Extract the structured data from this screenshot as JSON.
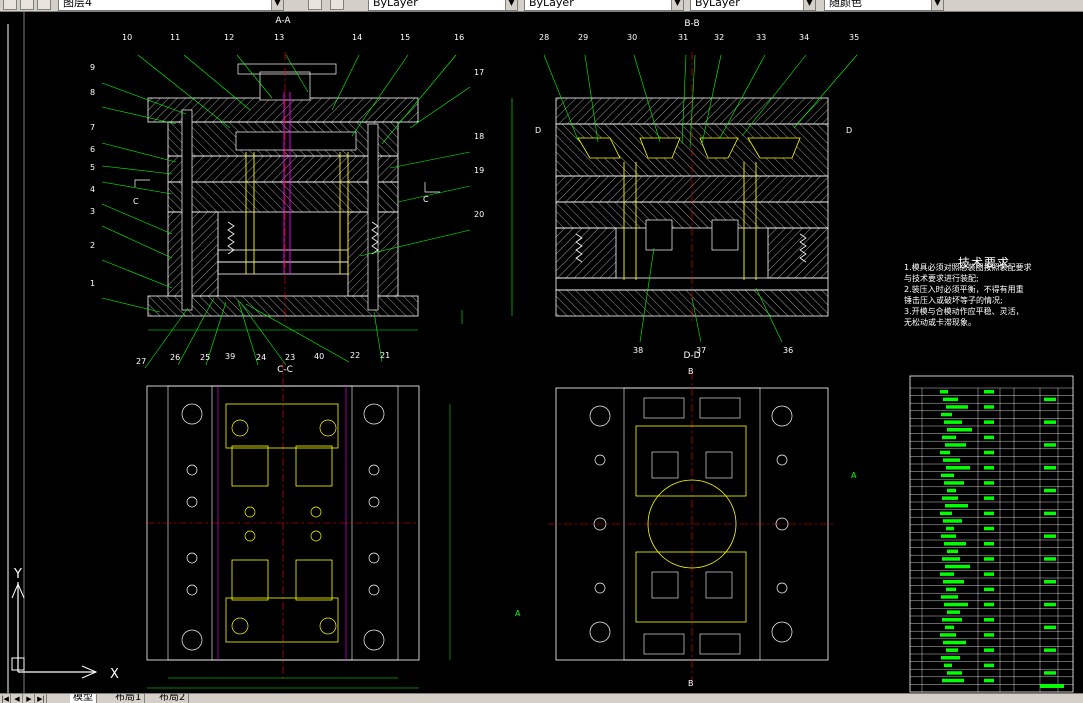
{
  "toolbar": {
    "layer_combo": "图层4",
    "linetype_combo": "ByLayer",
    "lineweight_combo": "ByLayer",
    "plotstyle_combo": "ByLayer",
    "color_combo": "随颜色"
  },
  "sections": {
    "aa": "A-A",
    "bb": "B-B",
    "cc": "C-C",
    "dd": "D-D"
  },
  "leaders_aa": [
    "1",
    "2",
    "3",
    "4",
    "5",
    "6",
    "7",
    "8",
    "9",
    "10",
    "11",
    "12",
    "13",
    "14",
    "15",
    "16",
    "17",
    "18",
    "19",
    "20",
    "21",
    "22",
    "23",
    "24",
    "25",
    "26",
    "27"
  ],
  "leaders_bb": [
    "28",
    "29",
    "30",
    "31",
    "32",
    "33",
    "34",
    "35",
    "36",
    "37",
    "38"
  ],
  "leaders_cc": [
    "39",
    "40"
  ],
  "cut_markers": {
    "a": "A",
    "b": "B",
    "c": "C",
    "d": "D"
  },
  "technical_requirements": {
    "title": "技术要求",
    "lines": [
      "1.模具必须对照总装图按照装配要求",
      "  与技术要求进行装配;",
      "2.装压入时必须平衡，不得有用重",
      "  锤击压入或破坏等子的情况;",
      "3.开模与合模动作应平稳、灵活，",
      "  无松动或卡滞现象。"
    ]
  },
  "ucs": {
    "x": "X",
    "y": "Y"
  },
  "tabs": {
    "model": "模型",
    "layout1": "布局1",
    "layout2": "布局2"
  },
  "colors": {
    "background": "#000000",
    "outline": "#ffffff",
    "leader": "#00ff00",
    "hidden": "#ffff00",
    "center": "#ff0000",
    "magenta": "#ff00ff",
    "table_fill": "#00ff00"
  }
}
